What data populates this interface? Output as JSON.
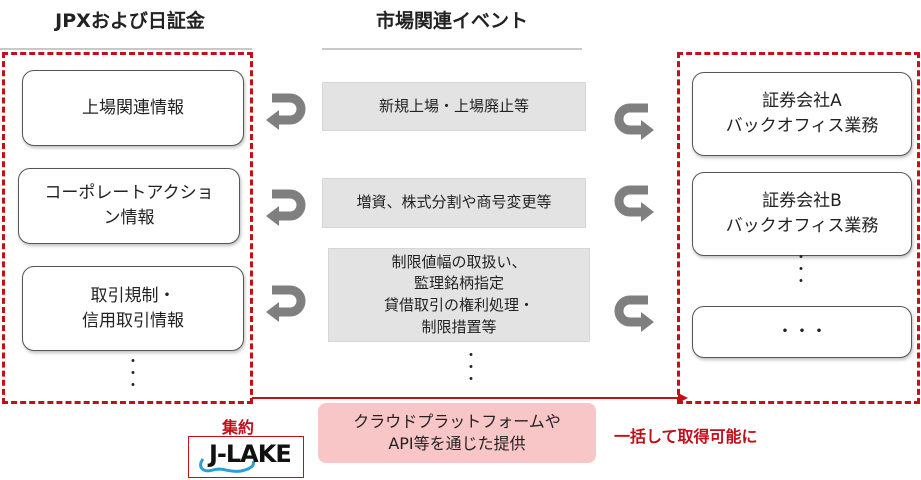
{
  "headers": {
    "left": "JPXおよび日証金",
    "middle": "市場関連イベント"
  },
  "left_items": [
    "上場関連情報",
    "コーポレートアクション情報",
    "取引規制・信用取引情報"
  ],
  "left_items_lines": [
    [
      "上場関連情報"
    ],
    [
      "コーポレートアクショ",
      "ン情報"
    ],
    [
      "取引規制・",
      "信用取引情報"
    ]
  ],
  "events": [
    [
      "新規上場・上場廃止等"
    ],
    [
      "増資、株式分割や商号変更等"
    ],
    [
      "制限値幅の取扱い、",
      "監理銘柄指定",
      "貸借取引の権利処理・",
      "制限措置等"
    ]
  ],
  "right_items": [
    [
      "証券会社A",
      "バックオフィス業務"
    ],
    [
      "証券会社B",
      "バックオフィス業務"
    ],
    [
      "・・・"
    ]
  ],
  "ellipsis_v": "・\n・\n・",
  "bottom": {
    "aggregate_label": "集約",
    "logo_text": "J-LAKE",
    "provision": [
      "クラウドプラットフォームや",
      "API等を通じた提供"
    ],
    "result": "一括して取得可能に"
  },
  "colors": {
    "accent_red": "#c0101a",
    "pink": "#f8c6c6",
    "gray_box": "#e3e3e3",
    "arrow_gray": "#7f7f7f"
  }
}
